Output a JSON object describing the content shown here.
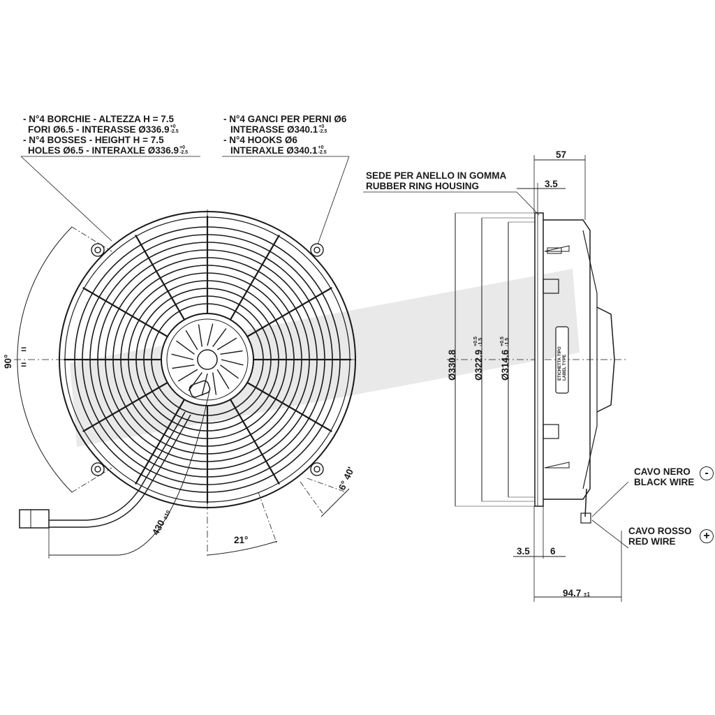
{
  "notes": {
    "bosses": {
      "line1": "- N°4 BORCHIE - ALTEZZA H = 7.5",
      "line2": "FORI Ø6.5 - INTERASSE Ø336.9",
      "line3": "- N°4 BOSSES - HEIGHT H = 7.5",
      "line4": "HOLES Ø6.5 - INTERAXLE Ø336.9",
      "tol_plus": "+0",
      "tol_minus": "-2.5"
    },
    "hooks": {
      "line1": "- N°4 GANCI PER PERNI Ø6",
      "line2": "INTERASSE Ø340.1",
      "line3": "- N°4 HOOKS Ø6",
      "line4": "INTERAXLE Ø340.1",
      "tol_plus": "+0",
      "tol_minus": "-2.5"
    },
    "rubber_ring": {
      "it": "SEDE PER ANELLO IN GOMMA",
      "en": "RUBBER RING HOUSING"
    },
    "black_wire": {
      "it": "CAVO NERO",
      "en": "BLACK WIRE",
      "symbol": "-"
    },
    "red_wire": {
      "it": "CAVO ROSSO",
      "en": "RED WIRE",
      "symbol": "+"
    }
  },
  "dimensions": {
    "angle_90": "90°",
    "equal_mark": "=",
    "angle_21": "21°",
    "angle_6_40": "6° 40'",
    "cable_length": "430",
    "cable_tol": "±10",
    "dia_330": "Ø330.8",
    "dia_322": "Ø322.9",
    "dia_322_tol_plus": "+0.5",
    "dia_322_tol_minus": "-1.5",
    "dia_314": "Ø314.6",
    "dia_314_tol_plus": "+0.5",
    "dia_314_tol_minus": "-1.5",
    "depth_57": "57",
    "ring_3_5_top": "3.5",
    "flange_3_5_bottom": "3.5",
    "flange_6": "6",
    "total_depth": "94.7",
    "total_depth_tol": "±1"
  },
  "label_plate": {
    "line1": "ETICHETTA TIPO",
    "line2": "LABEL TYPE"
  },
  "colors": {
    "line": "#1a1a1a",
    "watermark": "#d8d8d8"
  }
}
